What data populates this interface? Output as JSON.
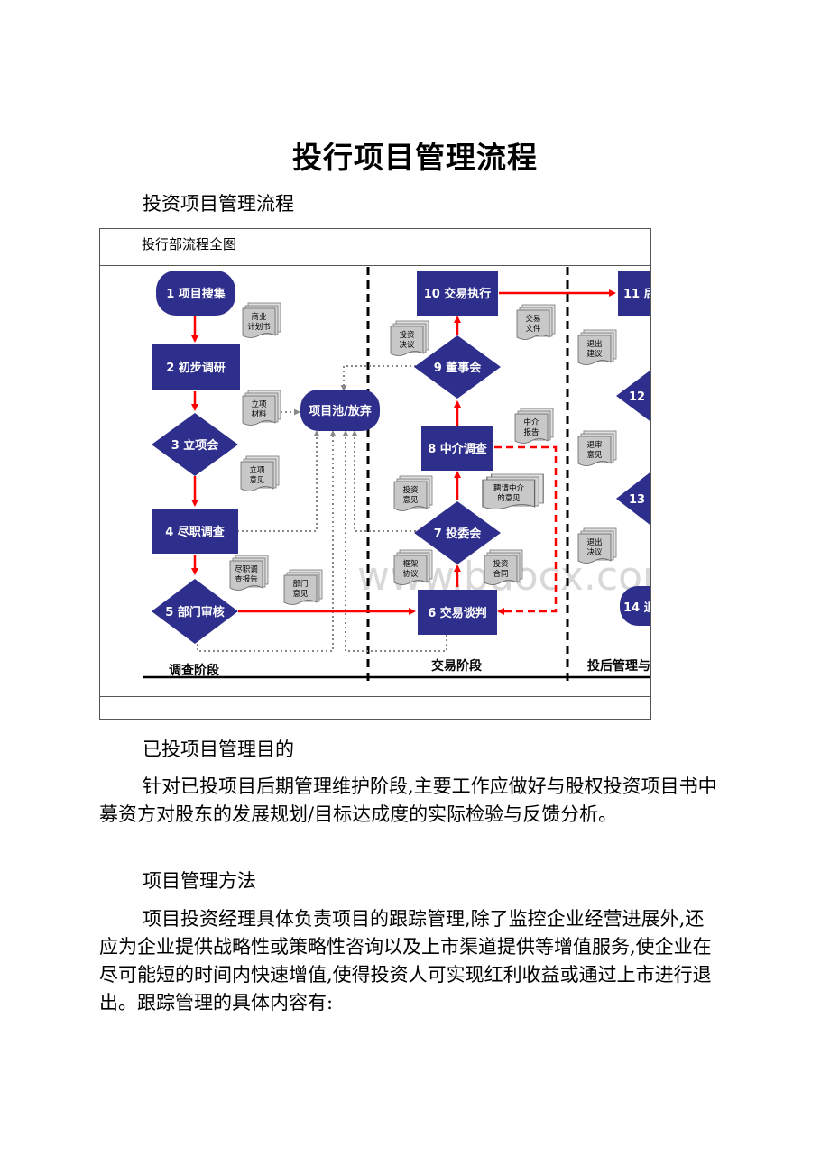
{
  "title": "投行项目管理流程",
  "heading_flow": "投资项目管理流程",
  "figure": {
    "caption": "投行部流程全图",
    "watermark": "www.bdocx.com",
    "stages": [
      "调查阶段",
      "交易阶段",
      "投后管理与"
    ],
    "nodes": {
      "n1": "1 项目搜集",
      "n2": "2 初步调研",
      "n3": "3 立项会",
      "n4": "4 尽职调查",
      "n5": "5 部门审核",
      "n6": "6 交易谈判",
      "n7": "7 投委会",
      "n8": "8 中介调查",
      "n9": "9 董事会",
      "n10": "10 交易执行",
      "n11": "11 后",
      "n12": "12",
      "n13": "13",
      "n14": "14 退",
      "pool": "项目池/放弃"
    },
    "docs": {
      "d1": [
        "商业",
        "计划书"
      ],
      "d2": [
        "立项",
        "材料"
      ],
      "d3": [
        "立项",
        "意见"
      ],
      "d4": [
        "尽职调",
        "查报告"
      ],
      "d5": [
        "部门",
        "意见"
      ],
      "d6": [
        "投资",
        "意见"
      ],
      "d7": [
        "聘请中介",
        "的意见"
      ],
      "d8": [
        "中介",
        "报告"
      ],
      "d9": [
        "投资",
        "决议"
      ],
      "d10": [
        "交易",
        "文件"
      ],
      "d11": [
        "框架",
        "协议"
      ],
      "d12": [
        "投资",
        "合同"
      ],
      "d13": [
        "退出",
        "建议"
      ],
      "d14": [
        "退审",
        "意见"
      ],
      "d15": [
        "退出",
        "决议"
      ]
    }
  },
  "heading_purpose": "已投项目管理目的",
  "para_purpose": "针对已投项目后期管理维护阶段,主要工作应做好与股权投资项目书中募资方对股东的发展规划/目标达成度的实际检验与反馈分析。",
  "heading_method": "项目管理方法",
  "para_method": "项目投资经理具体负责项目的跟踪管理,除了监控企业经营进展外,还应为企业提供战略性或策略性咨询以及上市渠道提供等增值服务,使企业在尽可能短的时间内快速增值,使得投资人可实现红利收益或通过上市进行退出。跟踪管理的具体内容有:",
  "colors": {
    "node": "#2e2e8c",
    "arrow": "#ff0000",
    "doc": "#c8c8c8"
  }
}
